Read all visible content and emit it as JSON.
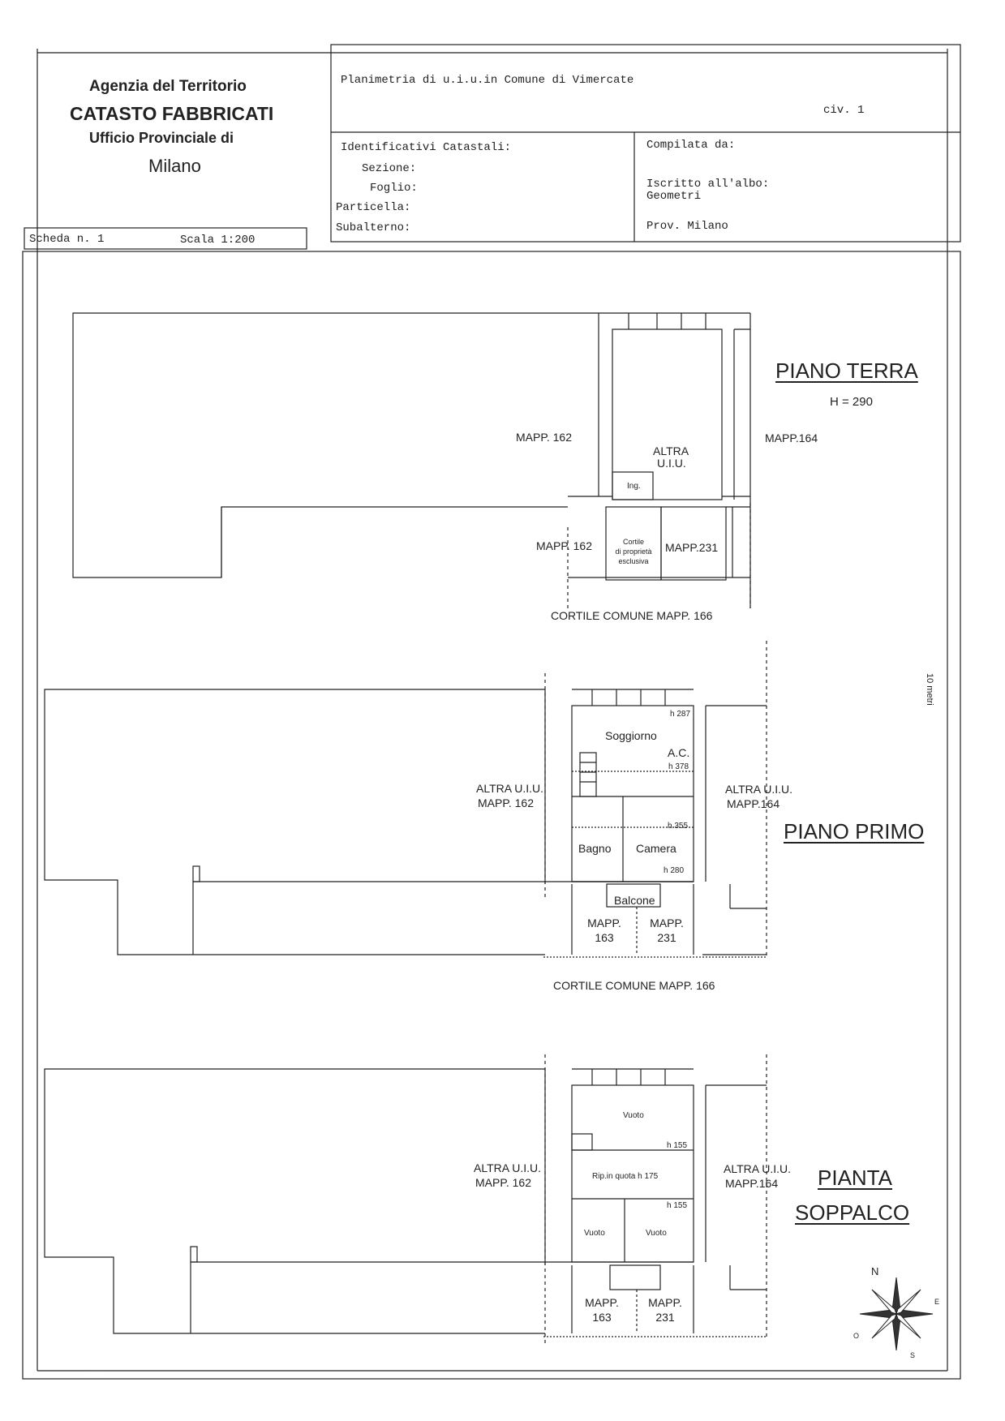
{
  "header": {
    "agency": "Agenzia del Territorio",
    "registry": "CATASTO FABBRICATI",
    "office": "Ufficio Provinciale di",
    "city": "Milano",
    "sheet": "Scheda n. 1",
    "scale": "Scala 1:200",
    "plan_title": "Planimetria di u.i.u.in Comune di Vimercate",
    "civic": "civ. 1",
    "identifiers_title": "Identificativi Catastali:",
    "section_label": "Sezione:",
    "sheet_label": "Foglio:",
    "parcel_label": "Particella:",
    "subaltern_label": "Subalterno:",
    "compiled_by": "Compilata da:",
    "register_label": "Iscritto all'albo:",
    "register_value": "Geometri",
    "province": "Prov. Milano"
  },
  "ground_floor": {
    "title": "PIANO TERRA",
    "height": "H = 290",
    "mapp162_a": "MAPP. 162",
    "mapp164": "MAPP.164",
    "other_unit_1": "ALTRA",
    "other_unit_2": "U.I.U.",
    "entrance": "Ing.",
    "mapp162_b": "MAPP. 162",
    "courtyard_1": "Cortile",
    "courtyard_2": "di proprietà",
    "courtyard_3": "esclusiva",
    "mapp231": "MAPP.231",
    "common_yard": "CORTILE COMUNE MAPP. 166"
  },
  "first_floor": {
    "title": "PIANO PRIMO",
    "h287": "h 287",
    "living": "Soggiorno",
    "ac": "A.C.",
    "h378": "h 378",
    "left_unit_1": "ALTRA U.I.U.",
    "left_unit_2": "MAPP. 162",
    "right_unit_1": "ALTRA U.I.U.",
    "right_unit_2": "MAPP.164",
    "h355": "h 355",
    "bath": "Bagno",
    "bedroom": "Camera",
    "h280": "h 280",
    "balcony": "Balcone",
    "mapp163_1": "MAPP.",
    "mapp163_2": "163",
    "mapp231_1": "MAPP.",
    "mapp231_2": "231",
    "common_yard": "CORTILE COMUNE MAPP. 166"
  },
  "mezzanine": {
    "title_1": "PIANTA",
    "title_2": "SOPPALCO",
    "void_top": "Vuoto",
    "h155_a": "h 155",
    "storage": "Rip.in quota h 175",
    "h155_b": "h 155",
    "void_left": "Vuoto",
    "void_right": "Vuoto",
    "left_unit_1": "ALTRA U.I.U.",
    "left_unit_2": "MAPP. 162",
    "right_unit_1": "ALTRA U.I.U.",
    "right_unit_2": "MAPP.164",
    "mapp163_1": "MAPP.",
    "mapp163_2": "163",
    "mapp231_1": "MAPP.",
    "mapp231_2": "231"
  },
  "compass": {
    "north": "N",
    "east": "E",
    "south": "S",
    "west": "O"
  },
  "side_note": "10 metri"
}
